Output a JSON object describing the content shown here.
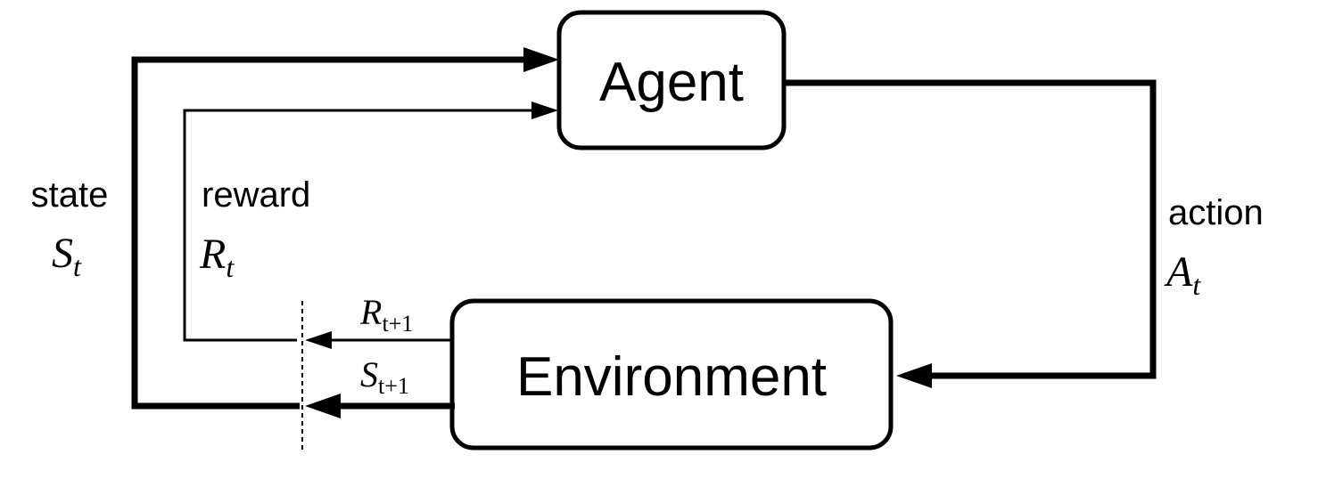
{
  "agent": {
    "label": "Agent"
  },
  "environment": {
    "label": "Environment"
  },
  "state": {
    "word": "state",
    "symbol": "S",
    "subscript": "t"
  },
  "reward": {
    "word": "reward",
    "symbol": "R",
    "subscript": "t"
  },
  "action": {
    "word": "action",
    "symbol": "A",
    "subscript": "t"
  },
  "next_reward": {
    "symbol": "R",
    "subscript": "t+1"
  },
  "next_state": {
    "symbol": "S",
    "subscript": "t+1"
  },
  "colors": {
    "stroke": "#000000",
    "fill": "#ffffff"
  }
}
